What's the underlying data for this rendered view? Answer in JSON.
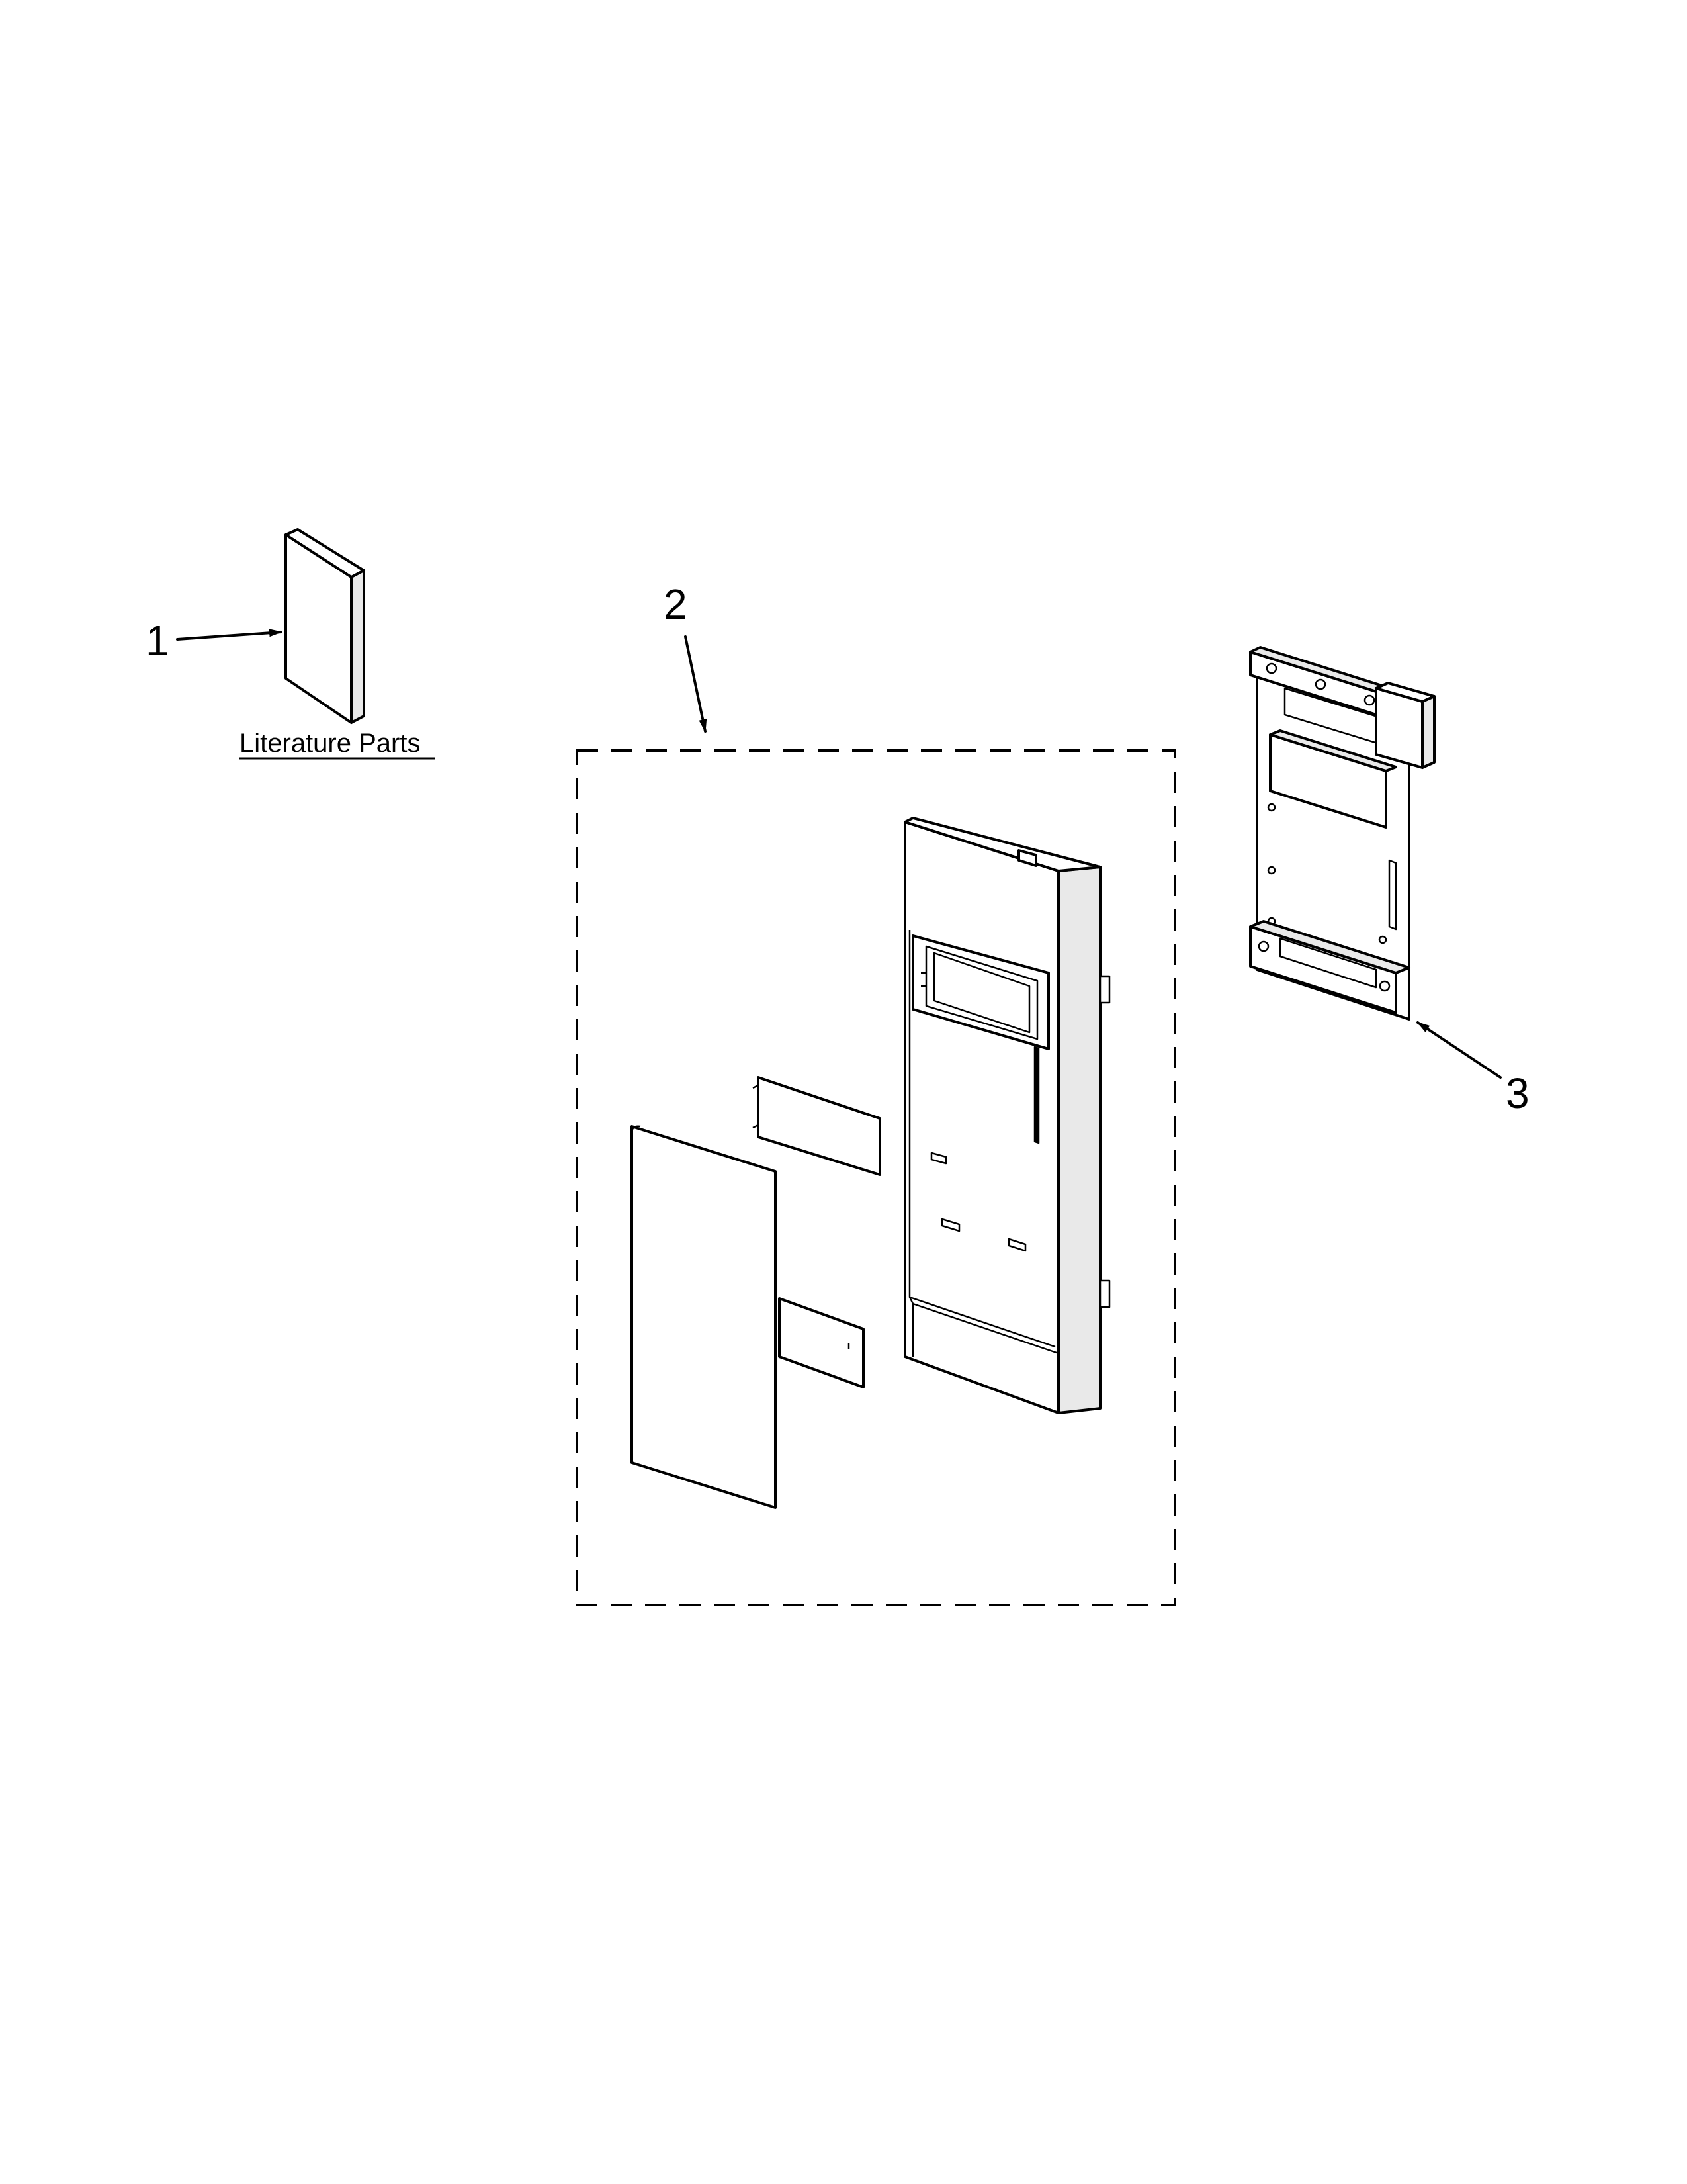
{
  "callouts": {
    "item1": "1",
    "item2": "2",
    "item3": "3"
  },
  "literature_label": "Literature Parts",
  "icons": [
    "literature-book-icon",
    "control-panel-assembly",
    "mounting-bracket-assembly"
  ]
}
